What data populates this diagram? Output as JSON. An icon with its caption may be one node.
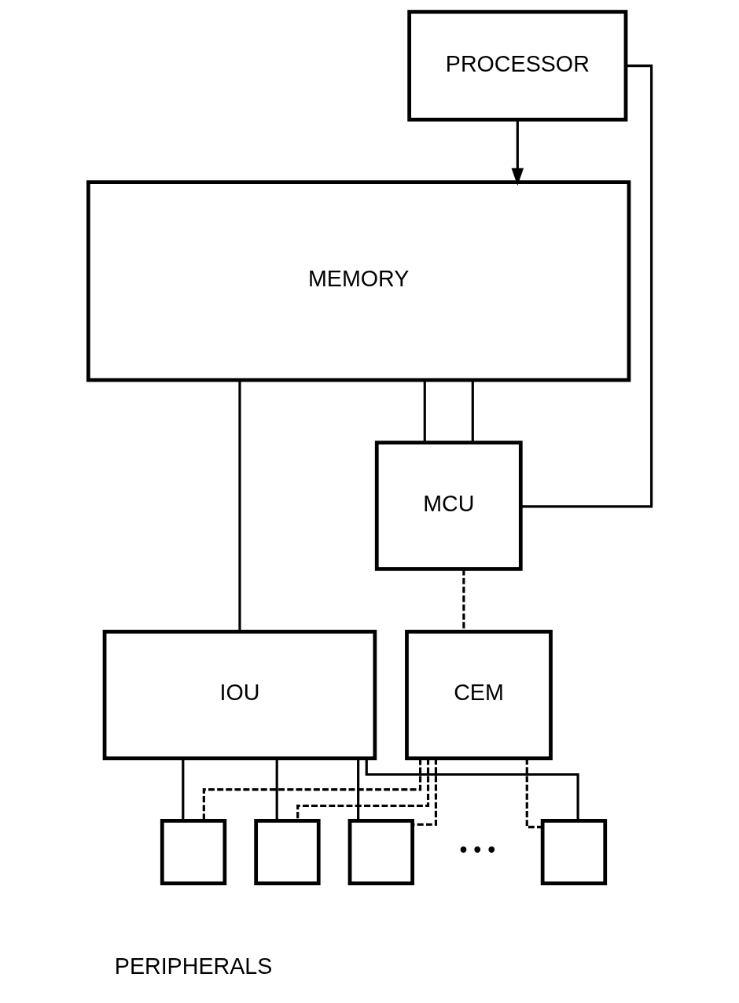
{
  "diagram": {
    "nodes": [
      {
        "text": [
          "PROCESSOR"
        ]
      },
      {
        "text": [
          "MEMORY"
        ]
      },
      {
        "text": [
          "IOU"
        ]
      },
      {
        "text": [
          "MCU"
        ]
      },
      {
        "text": [
          "CEM"
        ]
      },
      {
        "text": [],
        "shape": "box"
      },
      {
        "text": [],
        "shape": "box"
      },
      {
        "text": [],
        "shape": "box"
      },
      {
        "text": [],
        "shape": "box"
      }
    ],
    "edges": [
      {
        "from": 0,
        "to": 1,
        "arrow": "to"
      },
      {
        "from": 0,
        "to": 3,
        "arrow": "none"
      },
      {
        "from": 1,
        "to": 3,
        "arrow": "none"
      },
      {
        "from": 1,
        "to": 2,
        "arrow": "none"
      },
      {
        "from": 1,
        "to": 3,
        "arrow": "none"
      },
      {
        "from": 3,
        "to": 4,
        "arrow": "none",
        "style": "dashed"
      },
      {
        "from": 2,
        "to": 5,
        "arrow": "none"
      },
      {
        "from": 2,
        "to": 6,
        "arrow": "none"
      },
      {
        "from": 2,
        "to": 7,
        "arrow": "none"
      },
      {
        "from": 2,
        "to": 8,
        "arrow": "none"
      },
      {
        "from": 4,
        "to": 5,
        "arrow": "none",
        "style": "dashed"
      },
      {
        "from": 4,
        "to": 6,
        "arrow": "none",
        "style": "dashed"
      },
      {
        "from": 4,
        "to": 7,
        "arrow": "none",
        "style": "dashed"
      },
      {
        "from": 4,
        "to": 8,
        "arrow": "none",
        "style": "dashed"
      }
    ],
    "labels": [
      "• • •",
      "PERIPHERALS"
    ]
  }
}
